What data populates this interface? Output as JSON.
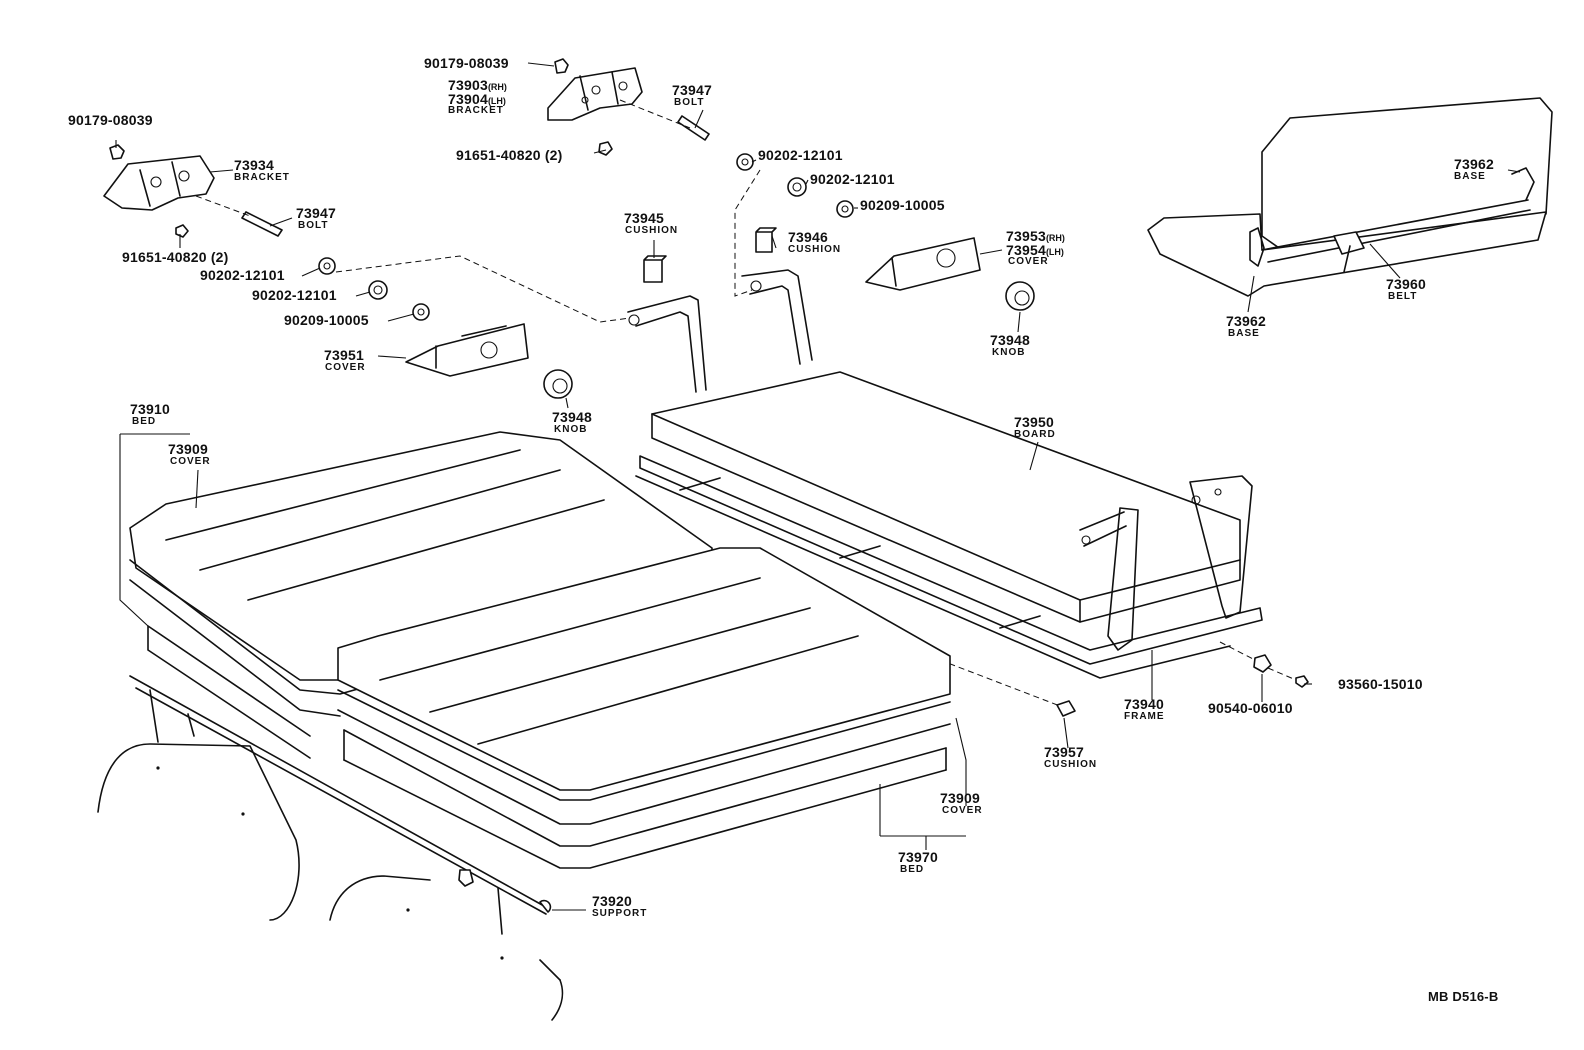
{
  "diagram_code": "MB D516-B",
  "labels": {
    "l90179_a": {
      "number": "90179-08039"
    },
    "l90179_b": {
      "number": "90179-08039"
    },
    "l73903": {
      "number": "73903",
      "suffix": "(RH)"
    },
    "l73904": {
      "number": "73904",
      "suffix": "(LH)",
      "name": "BRACKET"
    },
    "l73947_a": {
      "number": "73947",
      "name": "BOLT"
    },
    "l73947_b": {
      "number": "73947",
      "name": "BOLT"
    },
    "l91651_a": {
      "number": "91651-40820 (2)"
    },
    "l91651_b": {
      "number": "91651-40820 (2)"
    },
    "l73934": {
      "number": "73934",
      "name": "BRACKET"
    },
    "l90202_a": {
      "number": "90202-12101"
    },
    "l90202_b": {
      "number": "90202-12101"
    },
    "l90202_c": {
      "number": "90202-12101"
    },
    "l90202_d": {
      "number": "90202-12101"
    },
    "l90209_a": {
      "number": "90209-10005"
    },
    "l90209_b": {
      "number": "90209-10005"
    },
    "l73945": {
      "number": "73945",
      "name": "CUSHION"
    },
    "l73946": {
      "number": "73946",
      "name": "CUSHION"
    },
    "l73953": {
      "number": "73953",
      "suffix": "(RH)"
    },
    "l73954": {
      "number": "73954",
      "suffix": "(LH)",
      "name": "COVER"
    },
    "l73951": {
      "number": "73951",
      "name": "COVER"
    },
    "l73948_a": {
      "number": "73948",
      "name": "KNOB"
    },
    "l73948_b": {
      "number": "73948",
      "name": "KNOB"
    },
    "l73962_a": {
      "number": "73962",
      "name": "BASE"
    },
    "l73962_b": {
      "number": "73962",
      "name": "BASE"
    },
    "l73960": {
      "number": "73960",
      "name": "BELT"
    },
    "l73910": {
      "number": "73910",
      "name": "BED"
    },
    "l73909_a": {
      "number": "73909",
      "name": "COVER"
    },
    "l73909_b": {
      "number": "73909",
      "name": "COVER"
    },
    "l73950": {
      "number": "73950",
      "name": "BOARD"
    },
    "l73940": {
      "number": "73940",
      "name": "FRAME"
    },
    "l90540": {
      "number": "90540-06010"
    },
    "l93560": {
      "number": "93560-15010"
    },
    "l73957": {
      "number": "73957",
      "name": "CUSHION"
    },
    "l73970": {
      "number": "73970",
      "name": "BED"
    },
    "l73920": {
      "number": "73920",
      "name": "SUPPORT"
    }
  }
}
